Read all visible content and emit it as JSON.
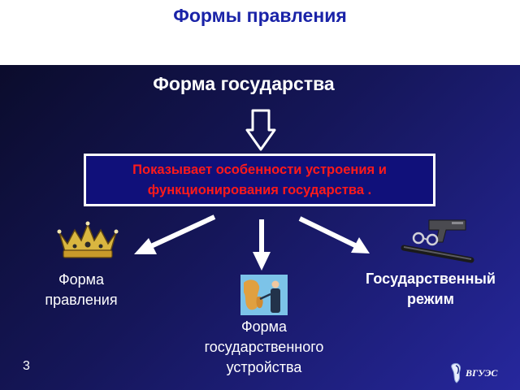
{
  "slide": {
    "title": "Формы правления",
    "page_number": "3"
  },
  "diagram": {
    "heading": "Форма государства",
    "definition_line1": "Показывает особенности устроения и",
    "definition_line2": "функционирования государства .",
    "branches": {
      "left": {
        "label_line1": "Форма",
        "label_line2": "правления",
        "icon": "crown-icon"
      },
      "middle": {
        "label_line1": "Форма",
        "label_line2": "государственного",
        "label_line3": "устройства",
        "icon": "map-presenter-icon"
      },
      "right": {
        "label_line1": "Государственный",
        "label_line2": "режим",
        "icon": "pistol-handcuffs-baton-icon"
      }
    }
  },
  "logo": {
    "text": "ВГУЭС"
  },
  "colors": {
    "title": "#1a23a8",
    "definition_text": "#ff1a1a",
    "background_dark": "#0b0c2c",
    "background_light": "#26279d"
  }
}
